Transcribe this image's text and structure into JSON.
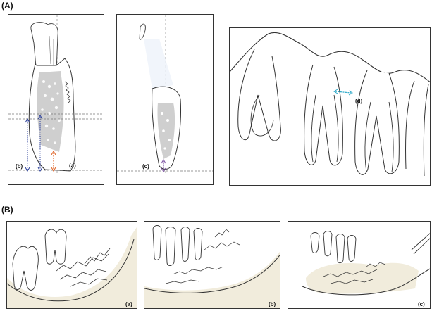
{
  "sections": {
    "a": "(A)",
    "b": "(B)"
  },
  "panel_a1": {
    "label_a": "(a)",
    "label_b": "(b)"
  },
  "panel_a2": {
    "label_c": "(c)"
  },
  "panel_a3": {
    "label_d": "(d)"
  },
  "panel_b1": {
    "label": "(a)"
  },
  "panel_b2": {
    "label": "(b)"
  },
  "panel_b3": {
    "label": "(c)"
  },
  "colors": {
    "blue_measure": "#2b3f9a",
    "orange_measure": "#e0662a",
    "purple_measure": "#7a4fa0",
    "cyan_measure": "#2aa8c8",
    "bone": "#9a9a9a",
    "bone_shade": "#f1ecdc"
  }
}
